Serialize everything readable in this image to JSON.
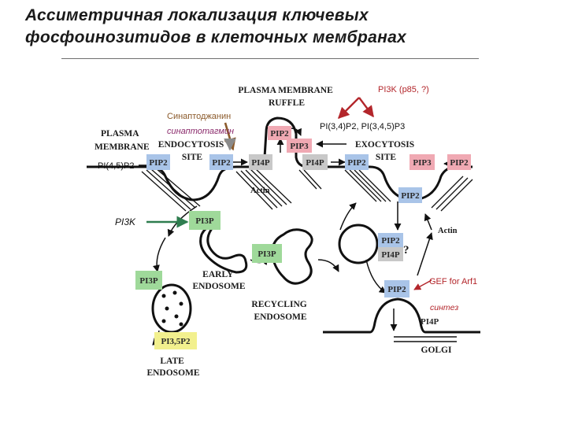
{
  "title": {
    "line1": "Ассиметричная локализация ключевых",
    "line2": "фосфоинозитидов в клеточных мембранах"
  },
  "colors": {
    "pip2_box": "#a9c4e8",
    "pi4p_box": "#c8c8c8",
    "pi3p_box": "#9fd99a",
    "pip3_box": "#f0a9b3",
    "pi35p2_box": "#f2f08e",
    "red_annotation": "#b3262b",
    "green_annotation": "#2e7d4f",
    "brown_annotation": "#8b5a2b"
  },
  "labels": {
    "plasma_membrane": [
      "PLASMA",
      "MEMBRANE"
    ],
    "plasma_membrane_ruffle": [
      "PLASMA MEMBRANE",
      "RUFFLE"
    ],
    "endocytosis_site": [
      "ENDOCYTOSIS",
      "SITE"
    ],
    "exocytosis_site": [
      "EXOCYTOSIS",
      "SITE"
    ],
    "early_endosome": [
      "EARLY",
      "ENDOSOME"
    ],
    "recycling_endosome": [
      "RECYCLING",
      "ENDOSOME"
    ],
    "late_endosome": [
      "LATE",
      "ENDOSOME"
    ],
    "golgi": "GOLGI",
    "actin_1": "Actin",
    "actin_2": "Actin",
    "question_mark": "?"
  },
  "boxes": {
    "pip2": "PIP2",
    "pi4p": "PI4P",
    "pi3p": "PI3P",
    "pip3": "PIP3",
    "pi35p2": "PI3,5P2"
  },
  "annotations": {
    "pi3k_p85": "PI3K (p85, ?)",
    "pi34p2_pi345p3": "PI(3,4)P2, PI(3,4,5)P3",
    "pi45p2": "PI(4,5)P2",
    "pi3k": "PI3K",
    "synaptojanin": "Синаптоджанин",
    "synaptotagmin": "синаптотагмин",
    "gef_arf1": "GEF for Arf1",
    "synthesis": "синтез"
  }
}
